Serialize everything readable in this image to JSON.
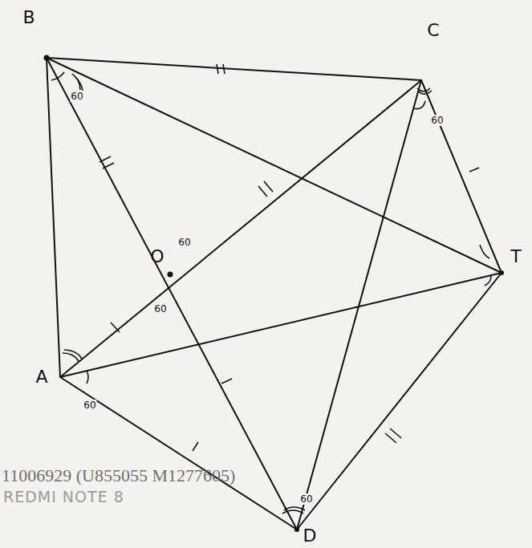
{
  "diagram": {
    "labels": [
      "B",
      "C",
      "O",
      "T",
      "A",
      "D",
      "60",
      "60",
      "60",
      "60",
      "60",
      "60",
      "11006929 (U855055 M1277605)",
      "REDMI NOTE 8"
    ]
  }
}
